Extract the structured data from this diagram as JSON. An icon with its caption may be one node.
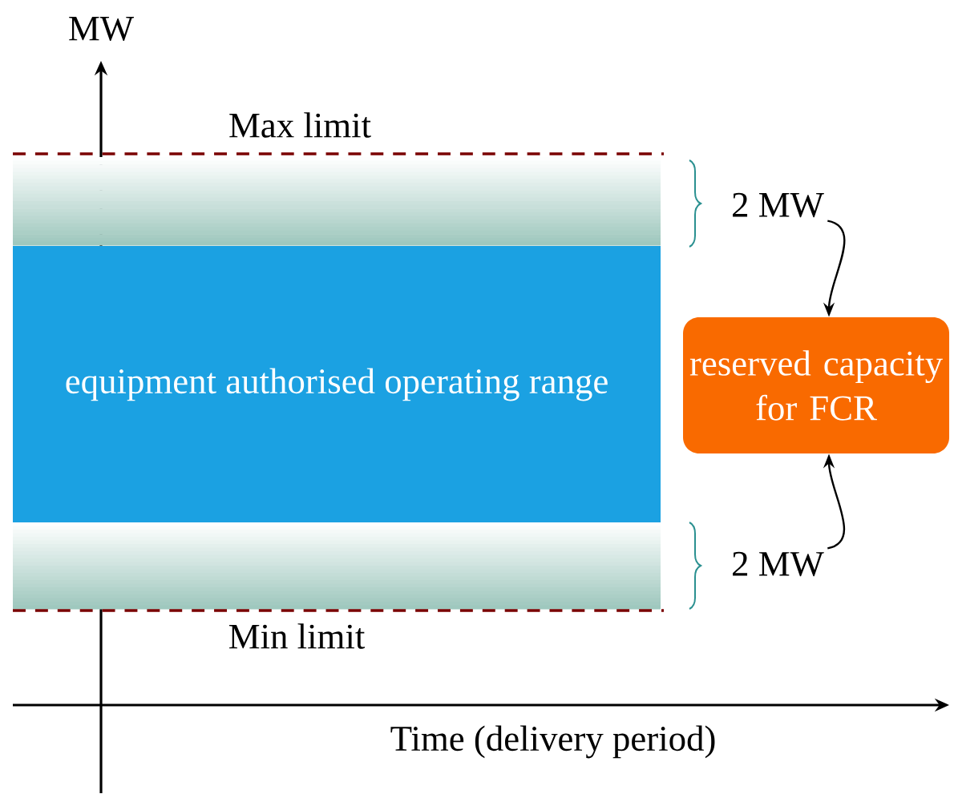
{
  "diagram": {
    "nodes": [
      {
        "text": [
          "equipment authorised operating range"
        ]
      },
      {
        "text": [],
        "shape": "bar"
      },
      {
        "text": [],
        "shape": "bar"
      },
      {
        "text": [
          "2 MW"
        ]
      },
      {
        "text": [
          "2 MW"
        ]
      },
      {
        "text": [
          "reserved capacity for FCR"
        ]
      }
    ],
    "edges": [
      {
        "from": 3,
        "to": 5,
        "arrow": "to"
      },
      {
        "from": 4,
        "to": 5,
        "arrow": "to"
      }
    ],
    "labels": [
      "MW",
      "Max limit",
      "Min limit",
      "Time (delivery period)"
    ]
  }
}
